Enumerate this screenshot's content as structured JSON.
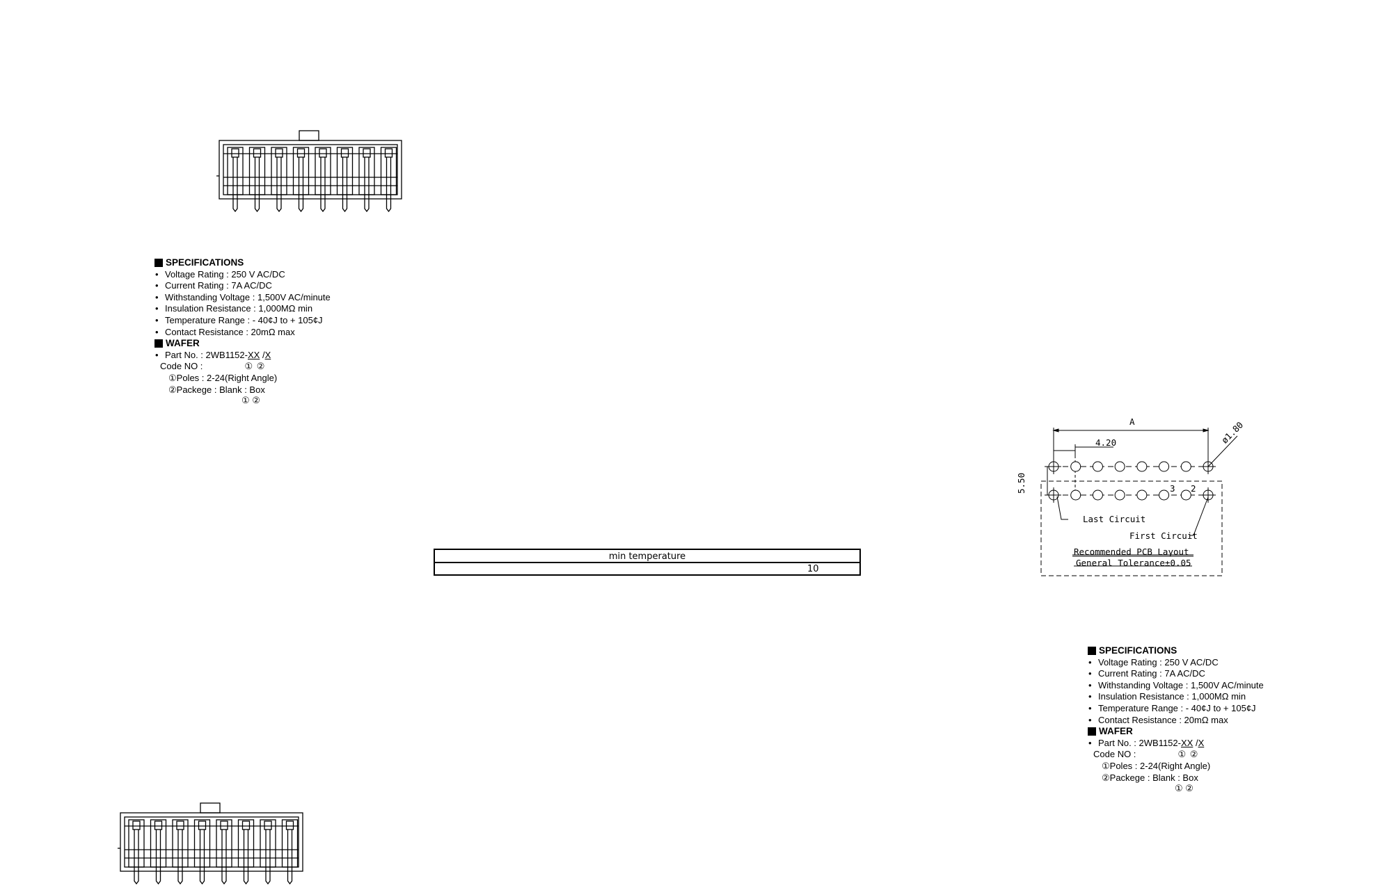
{
  "spec_blocks": [
    {
      "heading": "SPECIFICATIONS",
      "items": [
        "Voltage Rating : 250 V AC/DC",
        "Current Rating : 7A AC/DC",
        "Withstanding Voltage : 1,500V AC/minute",
        "Insulation Resistance : 1,000MΩ  min",
        "Temperature Range : - 40¢J to + 105¢J",
        "Contact Resistance : 20mΩ  max"
      ],
      "wafer_heading": "WAFER",
      "part_label": "Part No. : 2WB1152-",
      "part_xx": "XX",
      "part_sep": " /",
      "part_x": "X",
      "code_label": "Code NO :",
      "code_marks": "① ②",
      "poles": "①Poles : 2-24(Right Angle)",
      "package": "②Packege : Blank : Box",
      "cut_line": "① ②"
    }
  ],
  "table": {
    "header": "min temperature",
    "value": "10"
  },
  "pcb_layout": {
    "dim_a": "A",
    "dim_pitch": "4.20",
    "dim_hole": "ø1.80",
    "dim_row": "5.50",
    "pin_3": "3",
    "pin_2": "2",
    "last_circuit": "Last Circuit",
    "first_circuit": "First Circuit",
    "title": "Recommended PCB Layout",
    "tolerance": "General Tolerance±0.05"
  },
  "connector_pins": 8
}
